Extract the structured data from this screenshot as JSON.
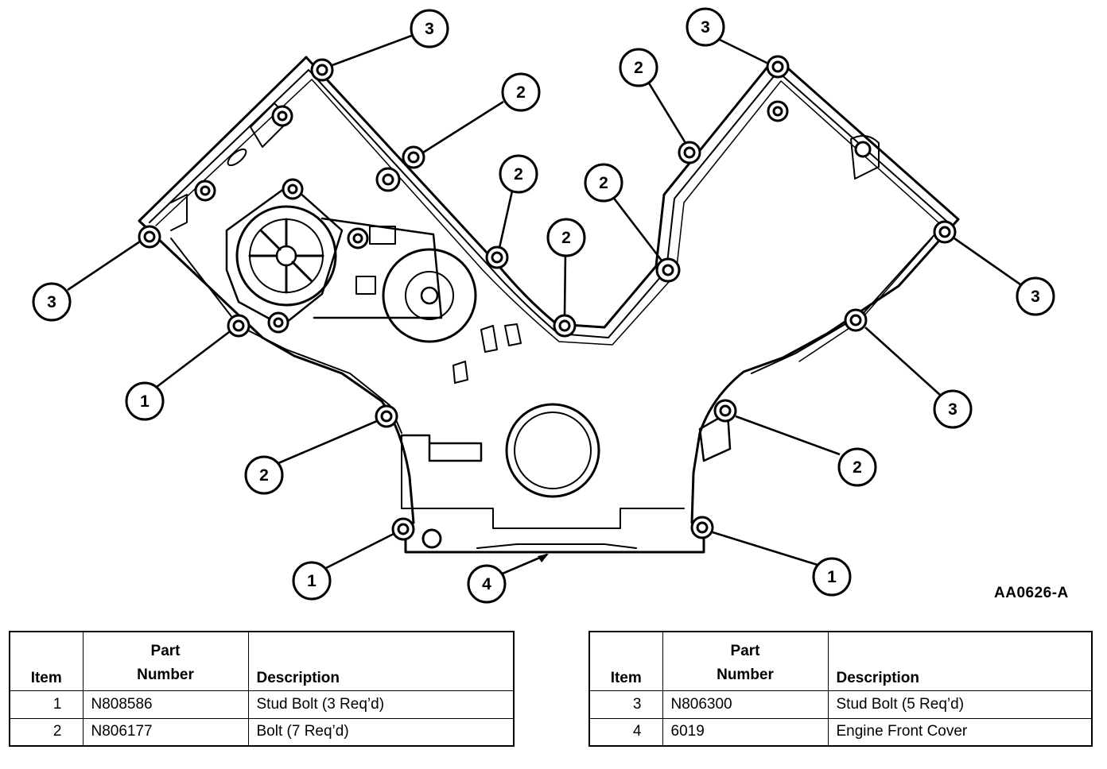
{
  "figure": {
    "id": "AA0626-A",
    "callouts": [
      {
        "label": "3"
      },
      {
        "label": "2"
      },
      {
        "label": "2"
      },
      {
        "label": "2"
      },
      {
        "label": "2"
      },
      {
        "label": "2"
      },
      {
        "label": "3"
      },
      {
        "label": "3"
      },
      {
        "label": "3"
      },
      {
        "label": "1"
      },
      {
        "label": "3"
      },
      {
        "label": "2"
      },
      {
        "label": "2"
      },
      {
        "label": "1"
      },
      {
        "label": "4"
      },
      {
        "label": "1"
      }
    ]
  },
  "tables": {
    "headers": {
      "item": "Item",
      "part_line1": "Part",
      "part_line2": "Number",
      "description": "Description"
    },
    "left": [
      {
        "item": "1",
        "part": "N808586",
        "description": "Stud Bolt (3 Req’d)"
      },
      {
        "item": "2",
        "part": "N806177",
        "description": "Bolt (7 Req’d)"
      }
    ],
    "right": [
      {
        "item": "3",
        "part": "N806300",
        "description": "Stud Bolt (5 Req’d)"
      },
      {
        "item": "4",
        "part": "6019",
        "description": "Engine Front Cover"
      }
    ]
  }
}
